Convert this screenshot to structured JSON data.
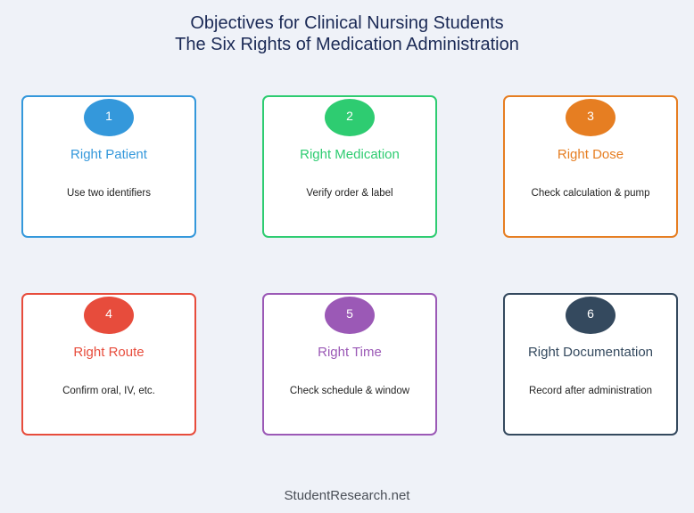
{
  "header": {
    "title_line1": "Objectives for Clinical Nursing Students",
    "title_line2": "The Six Rights of Medication Administration"
  },
  "cards": [
    {
      "number": "1",
      "title": "Right Patient",
      "description": "Use two identifiers",
      "color": "#3498db"
    },
    {
      "number": "2",
      "title": "Right Medication",
      "description": "Verify order & label",
      "color": "#2ecc71"
    },
    {
      "number": "3",
      "title": "Right Dose",
      "description": "Check calculation & pump",
      "color": "#e67e22"
    },
    {
      "number": "4",
      "title": "Right Route",
      "description": "Confirm oral, IV, etc.",
      "color": "#e74c3c"
    },
    {
      "number": "5",
      "title": "Right Time",
      "description": "Check schedule & window",
      "color": "#9b59b6"
    },
    {
      "number": "6",
      "title": "Right Documentation",
      "description": "Record after administration",
      "color": "#34495e"
    }
  ],
  "footer": {
    "source": "StudentResearch.net"
  }
}
